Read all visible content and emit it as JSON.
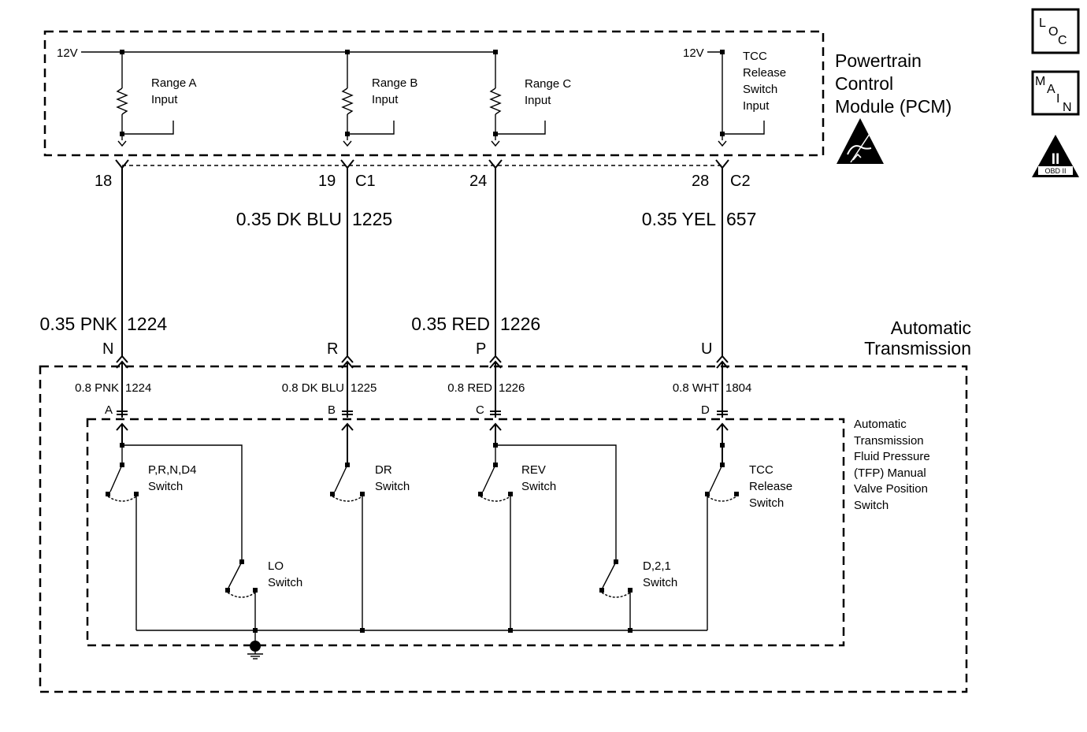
{
  "pcm": {
    "title_lines": [
      "Powertrain",
      "Control",
      "Module (PCM)"
    ],
    "supply_left": "12V",
    "supply_right": "12V",
    "inputs": [
      {
        "lines": [
          "Range A",
          "Input"
        ]
      },
      {
        "lines": [
          "Range B",
          "Input"
        ]
      },
      {
        "lines": [
          "Range C",
          "Input"
        ]
      },
      {
        "lines": [
          "TCC",
          "Release",
          "Switch",
          "Input"
        ]
      }
    ]
  },
  "pcm_pins": [
    {
      "pin": "18",
      "connector": ""
    },
    {
      "pin": "19",
      "connector": "C1"
    },
    {
      "pin": "24",
      "connector": ""
    },
    {
      "pin": "28",
      "connector": "C2"
    }
  ],
  "upper_wires": [
    {
      "label": "0.35 DK BLU",
      "circuit": "1225"
    },
    {
      "label": "0.35 YEL",
      "circuit": "657"
    }
  ],
  "lower_wires": [
    {
      "label": "0.35 PNK",
      "circuit": "1224"
    },
    {
      "label": "0.35 RED",
      "circuit": "1226"
    }
  ],
  "transmission": {
    "title_lines": [
      "Automatic",
      "Transmission"
    ],
    "connector_pins": [
      "N",
      "R",
      "P",
      "U"
    ],
    "internal_wires": [
      {
        "label": "0.8 PNK",
        "circuit": "1224"
      },
      {
        "label": "0.8 DK BLU",
        "circuit": "1225"
      },
      {
        "label": "0.8 RED",
        "circuit": "1226"
      },
      {
        "label": "0.8 WHT",
        "circuit": "1804"
      }
    ],
    "internal_pins": [
      "A",
      "B",
      "C",
      "D"
    ]
  },
  "tfp": {
    "title_lines": [
      "Automatic",
      "Transmission",
      "Fluid Pressure",
      "(TFP) Manual",
      "Valve Position",
      "Switch"
    ],
    "switches": [
      {
        "lines": [
          "P,R,N,D4",
          "Switch"
        ]
      },
      {
        "lines": [
          "DR",
          "Switch"
        ]
      },
      {
        "lines": [
          "REV",
          "Switch"
        ]
      },
      {
        "lines": [
          "TCC",
          "Release",
          "Switch"
        ]
      },
      {
        "lines": [
          "LO",
          "Switch"
        ]
      },
      {
        "lines": [
          "D,2,1",
          "Switch"
        ]
      }
    ]
  },
  "side_icons": {
    "loc": [
      "L",
      "O",
      "C"
    ],
    "main": [
      "M",
      "A",
      "I",
      "N"
    ],
    "obd": {
      "symbol": "II",
      "caption": "OBD II"
    }
  }
}
